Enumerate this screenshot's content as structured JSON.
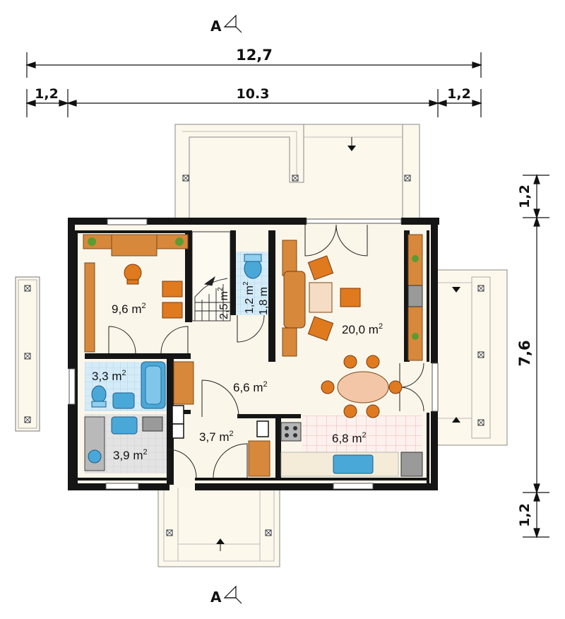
{
  "section_marker": "A",
  "dimensions": {
    "overall_width": "12,7",
    "left_offset": "1,2",
    "middle_width": "10.3",
    "right_offset": "1,2",
    "top_offset": "1,2",
    "overall_depth": "7,6",
    "bottom_offset": "1,2"
  },
  "rooms": {
    "study": "9,6 m",
    "stairs": "2,5 m",
    "wc": "1,2 m",
    "wc_dim": "1,8 m",
    "living": "20,0 m",
    "bathroom": "3,3 m",
    "hall": "6,6 m",
    "laundry": "3,9 m",
    "vestibule": "3,7 m",
    "kitchen": "6,8 m"
  },
  "unit_superscript": "2",
  "colors": {
    "wall": "#151515",
    "floor": "#fbf6ea",
    "terrace": "#fdf8ec",
    "tile_blue": "#cfe7f5",
    "tile_grey": "#e2e2e2",
    "kitchen_grid": "#f3b9b0",
    "furniture": "#d8883a",
    "fixture": "#4aa8d8"
  }
}
